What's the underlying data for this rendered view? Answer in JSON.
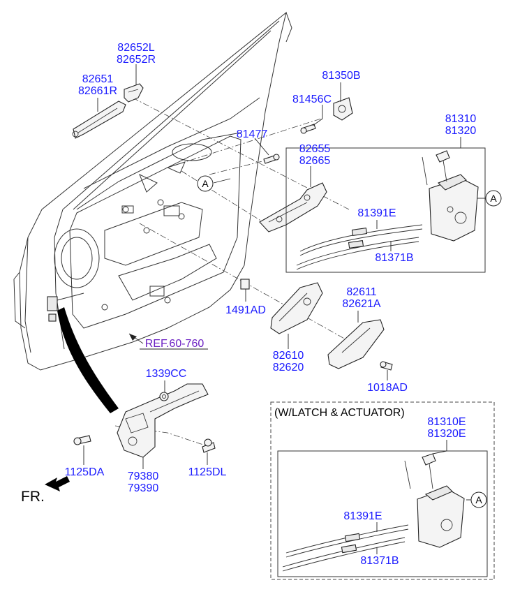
{
  "parts": {
    "outer_handle_cover": [
      "82652L",
      "82652R"
    ],
    "outer_handle": [
      "82651",
      "82661R"
    ],
    "striker": "81350B",
    "striker_screw": "81456C",
    "handle_bolt": "81477",
    "handle_bracket": [
      "82655",
      "82665"
    ],
    "latch": [
      "81310",
      "81320"
    ],
    "rod_upper": "81391E",
    "rod_lower": "81371B",
    "clip": "1491AD",
    "inner_handle_cover": [
      "82611",
      "82621A"
    ],
    "inner_handle": [
      "82610",
      "82620"
    ],
    "inner_handle_screw": "1018AD",
    "reference": "REF.60-760",
    "checker_nut": "1339CC",
    "checker_bolt_left": "1125DA",
    "checker_bolt_right": "1125DL",
    "door_checker": [
      "79380",
      "79390"
    ],
    "front_marker": "FR.",
    "option_title": "(W/LATCH & ACTUATOR)",
    "opt_latch": [
      "81310E",
      "81320E"
    ],
    "opt_rod_upper": "81391E",
    "opt_rod_lower": "81371B",
    "circle_label": "A"
  },
  "colors": {
    "label": "#1a1aff",
    "reference": "#6a1fc2",
    "line": "#222222"
  }
}
